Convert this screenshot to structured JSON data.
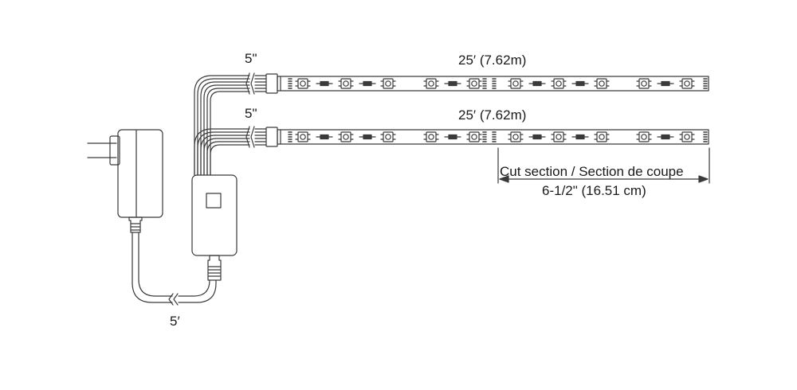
{
  "labels": {
    "lead_top": "5\"",
    "lead_bottom": "5\"",
    "strip_top_length": "25′ (7.62m)",
    "strip_bottom_length": "25′ (7.62m)",
    "cut_section": "Cut section / Section de coupe",
    "cut_length": "6-1/2\" (16.51 cm)",
    "power_cord": "5′"
  },
  "colors": {
    "line": "#3a3a3a",
    "background": "#ffffff"
  }
}
